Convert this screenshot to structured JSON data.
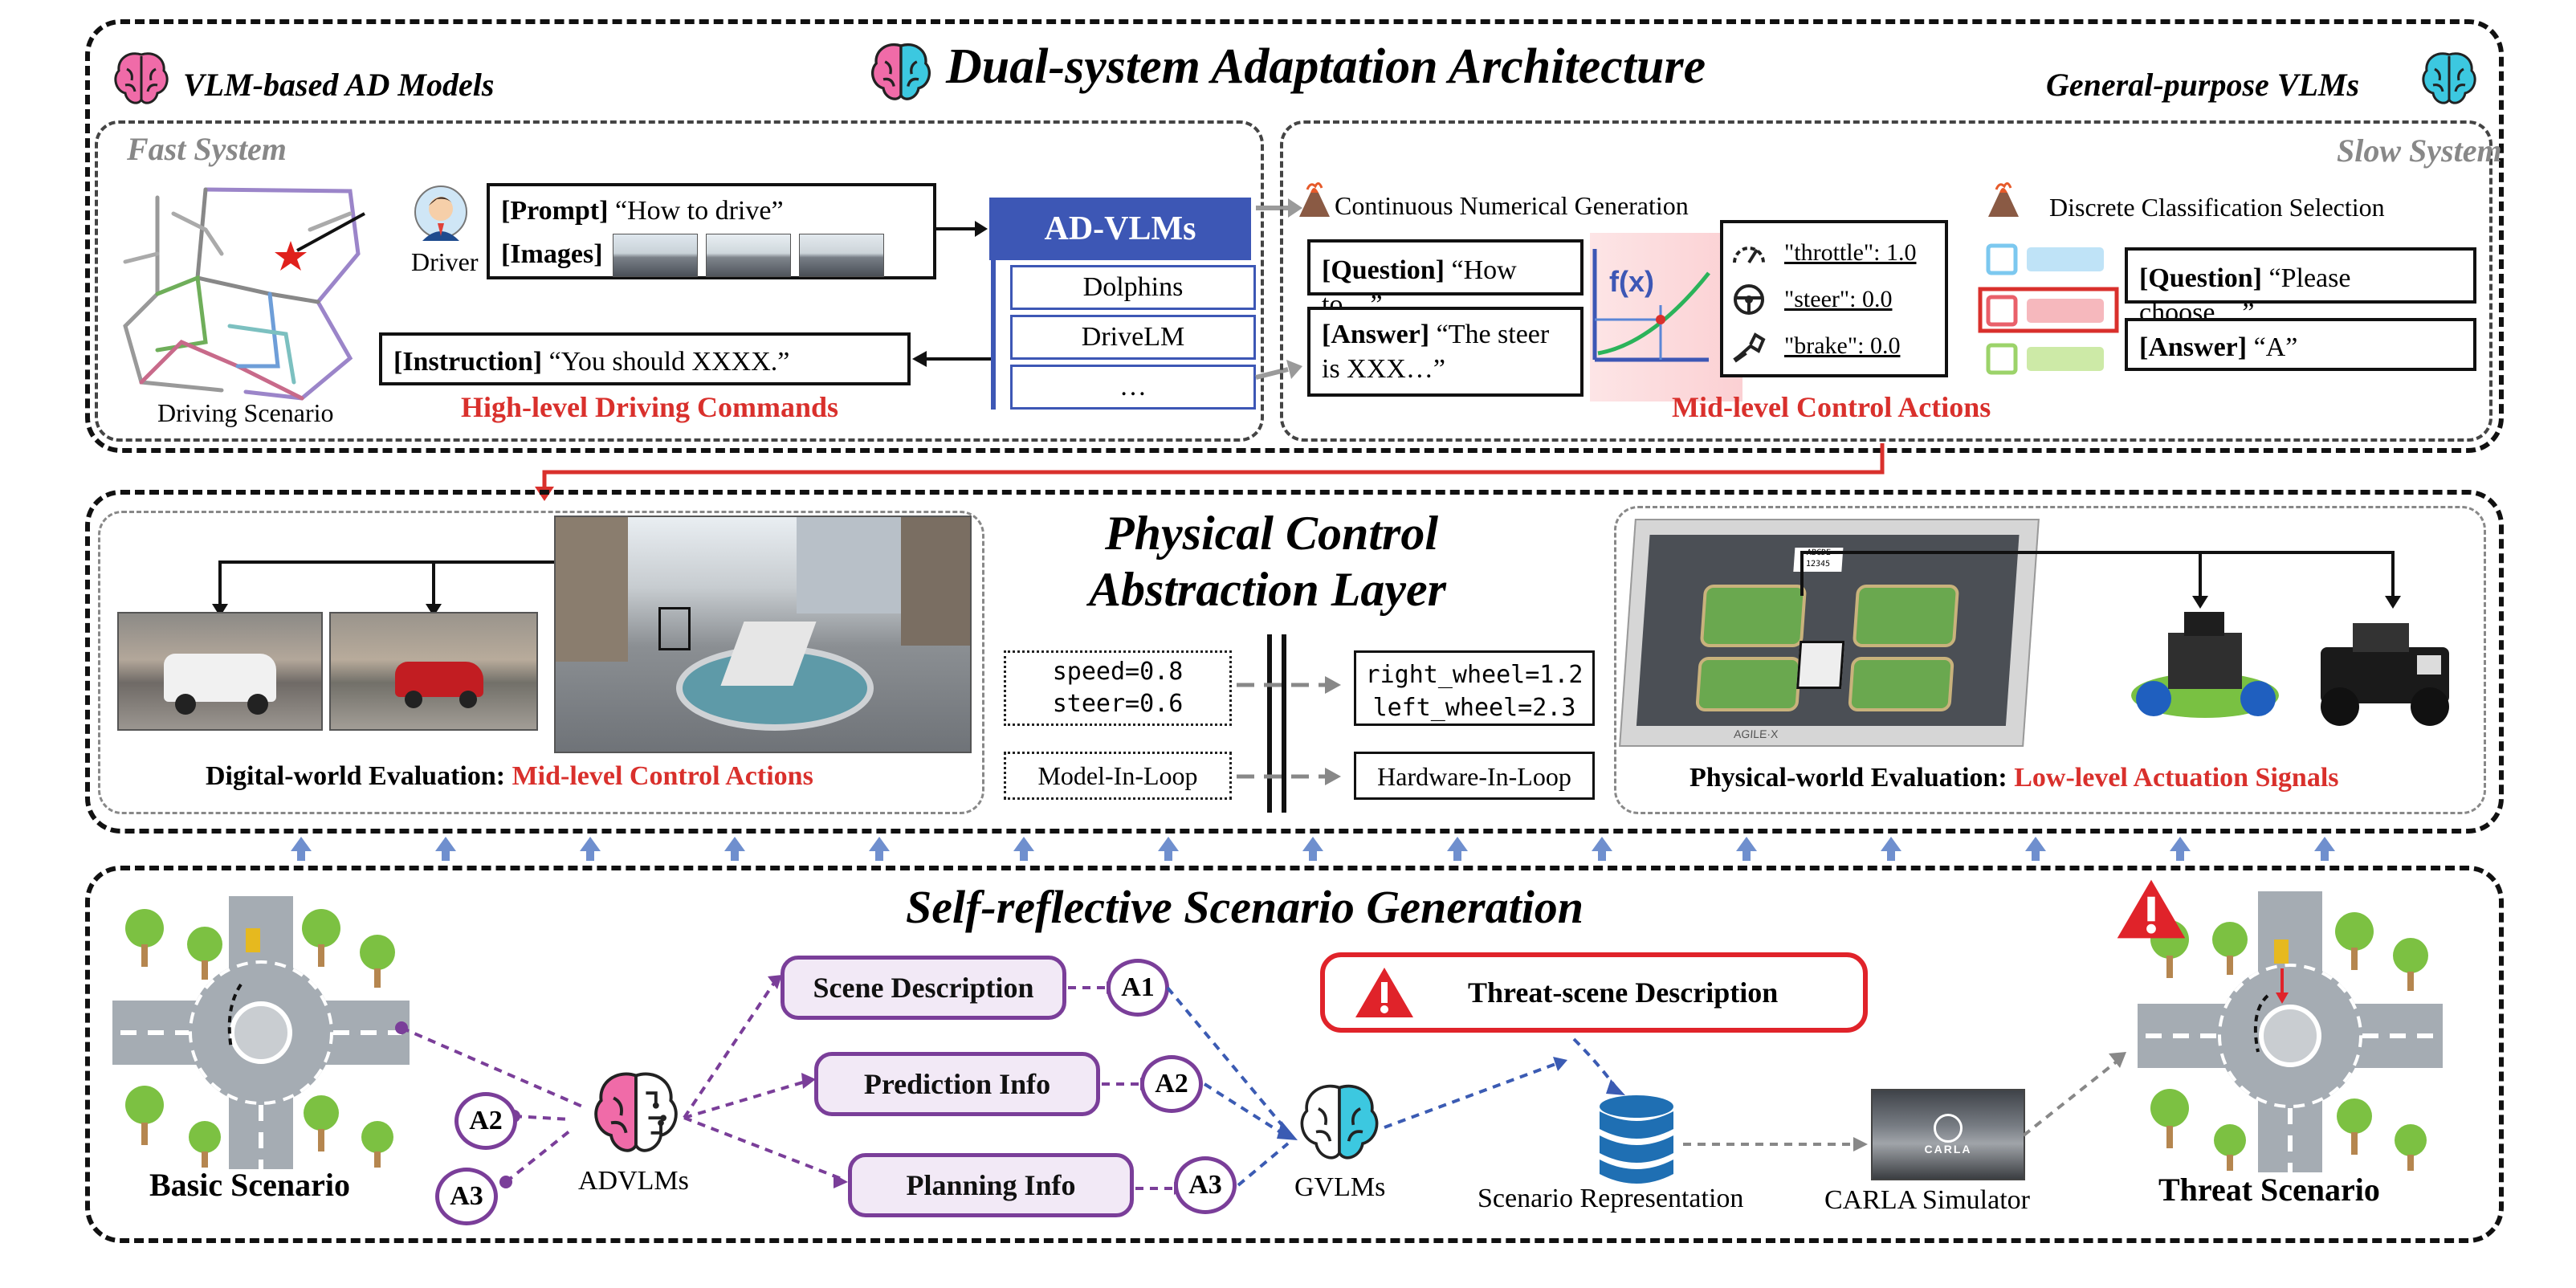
{
  "top": {
    "title": "Dual-system Adaptation Architecture",
    "left_heading": "VLM-based AD Models",
    "right_heading": "General-purpose VLMs",
    "fast_system": {
      "label": "Fast System",
      "driver_label": "Driver",
      "scenario_label": "Driving Scenario",
      "prompt_tag": "[Prompt]",
      "prompt_text": "“How to drive”",
      "images_tag": "[Images]",
      "instruction_tag": "[Instruction]",
      "instruction_text": "“You should XXXX.”",
      "commands_label": "High-level Driving Commands",
      "ad_vlms_title": "AD-VLMs",
      "ad_vlms_items": [
        "Dolphins",
        "DriveLM",
        "…"
      ]
    },
    "slow_system": {
      "label": "Slow System",
      "continuous_label": "Continuous Numerical Generation",
      "discrete_label": "Discrete Classification Selection",
      "q1_tag": "[Question]",
      "q1_text": "“How to…”",
      "a1_tag": "[Answer]",
      "a1_text": "“The steer is XXX…”",
      "fx_label": "f(x)",
      "throttle": "\"throttle\": 1.0",
      "steer": "\"steer\": 0.0",
      "brake": "\"brake\": 0.0",
      "mid_level_label": "Mid-level Control Actions",
      "q2_tag": "[Question]",
      "q2_text": "“Please choose…”",
      "a2_tag": "[Answer]",
      "a2_text": "“A”"
    }
  },
  "middle": {
    "title_line1": "Physical Control",
    "title_line2": "Abstraction Layer",
    "digital_prefix": "Digital-world Evaluation: ",
    "digital_suffix": "Mid-level Control Actions",
    "physical_prefix": "Physical-world Evaluation: ",
    "physical_suffix": "Low-level Actuation Signals",
    "code_left_1": "speed=0.8",
    "code_left_2": "steer=0.6",
    "code_right_1": "right_wheel=1.2",
    "code_right_2": "left_wheel=2.3",
    "model_in_loop": "Model-In-Loop",
    "hardware_in_loop": "Hardware-In-Loop",
    "plate_text": "ABCDE 12345",
    "brand_text": "AGILE·X"
  },
  "bottom": {
    "title": "Self-reflective Scenario Generation",
    "basic_scenario": "Basic Scenario",
    "threat_scenario": "Threat Scenario",
    "advlms_label": "ADVLMs",
    "gvlms_label": "GVLMs",
    "scene_description": "Scene Description",
    "prediction_info": "Prediction Info",
    "planning_info": "Planning Info",
    "a1": "A1",
    "a2": "A2",
    "a3": "A3",
    "threat_description": "Threat-scene Description",
    "scenario_representation": "Scenario Representation",
    "carla_simulator": "CARLA Simulator",
    "carla_logo": "CARLA"
  },
  "colors": {
    "accent_red": "#d9302c",
    "purple": "#7a3e99",
    "ad_vlms_blue": "#3d57b5",
    "arrow_blue": "#6f8fce",
    "db_blue": "#1f6fb3"
  }
}
